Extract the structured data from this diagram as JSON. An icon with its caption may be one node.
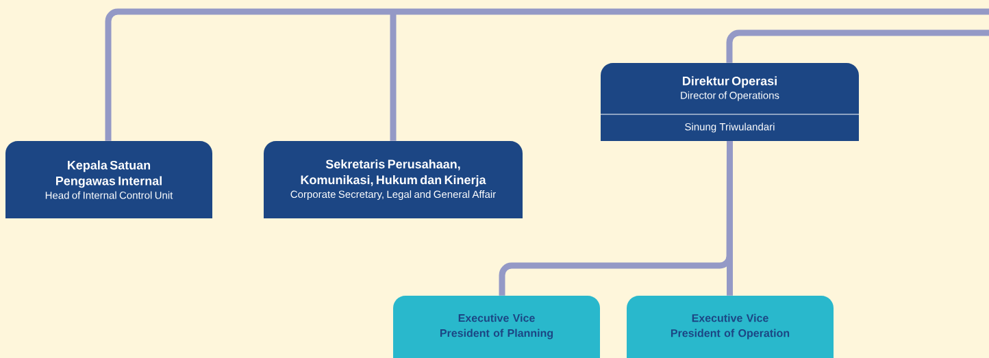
{
  "diagram": {
    "nodes": [
      {
        "text": [
          "Kepala Satuan Pengawas Internal",
          "Head of Internal Control Unit"
        ]
      },
      {
        "text": [
          "Sekretaris Perusahaan, Komunikasi, Hukum dan Kinerja",
          "Corporate Secretary, Legal and General Affair"
        ]
      },
      {
        "text": [
          "Direktur Operasi",
          "Director of Operations",
          "Sinung Triwulandari"
        ]
      },
      {
        "text": [
          "Executive Vice President of Planning"
        ]
      },
      {
        "text": [
          "Executive Vice President of Operation"
        ]
      }
    ],
    "edges": [
      {
        "from": null,
        "to": 0,
        "arrow": "none"
      },
      {
        "from": null,
        "to": 1,
        "arrow": "none"
      },
      {
        "from": null,
        "to": 2,
        "arrow": "none"
      },
      {
        "from": 2,
        "to": 3,
        "arrow": "none"
      },
      {
        "from": 2,
        "to": 4,
        "arrow": "none"
      }
    ]
  }
}
